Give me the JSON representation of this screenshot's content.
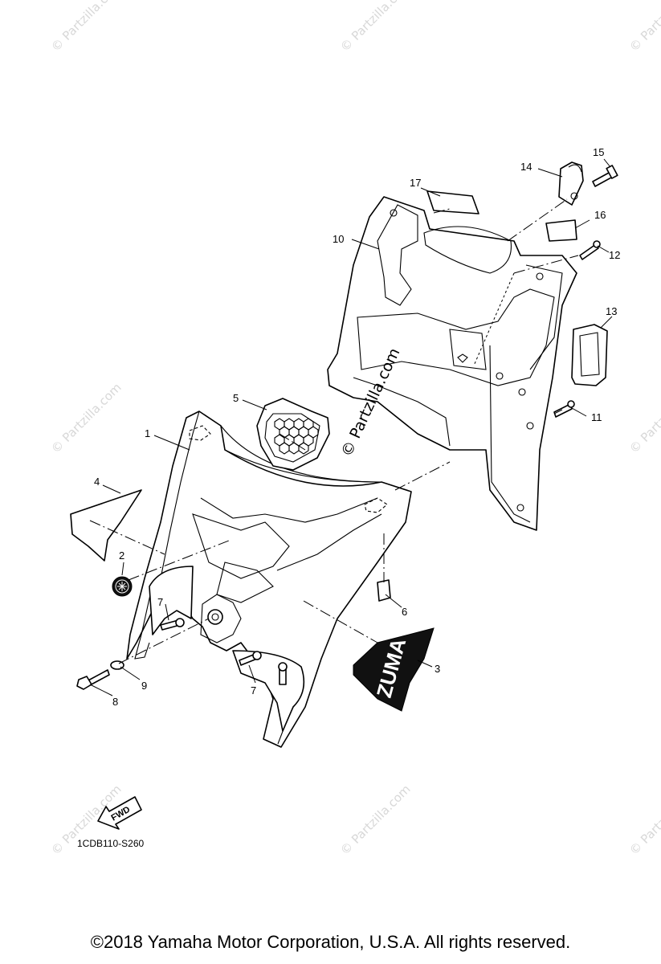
{
  "diagram": {
    "callouts": {
      "c1": "1",
      "c2": "2",
      "c3": "3",
      "c4": "4",
      "c5": "5",
      "c6": "6",
      "c7a": "7",
      "c7b": "7",
      "c8": "8",
      "c9": "9",
      "c10": "10",
      "c11": "11",
      "c12": "12",
      "c13": "13",
      "c14": "14",
      "c15": "15",
      "c16": "16",
      "c17": "17"
    },
    "fwd_arrow_label": "FWD",
    "diagram_code": "1CDB110-S260",
    "decal_text": "ZUMA",
    "watermark_center": "© Partzilla.com",
    "watermark_repeat": "© Partzilla.com"
  },
  "footer": {
    "copyright": "©2018 Yamaha Motor Corporation, U.S.A. All rights reserved."
  }
}
